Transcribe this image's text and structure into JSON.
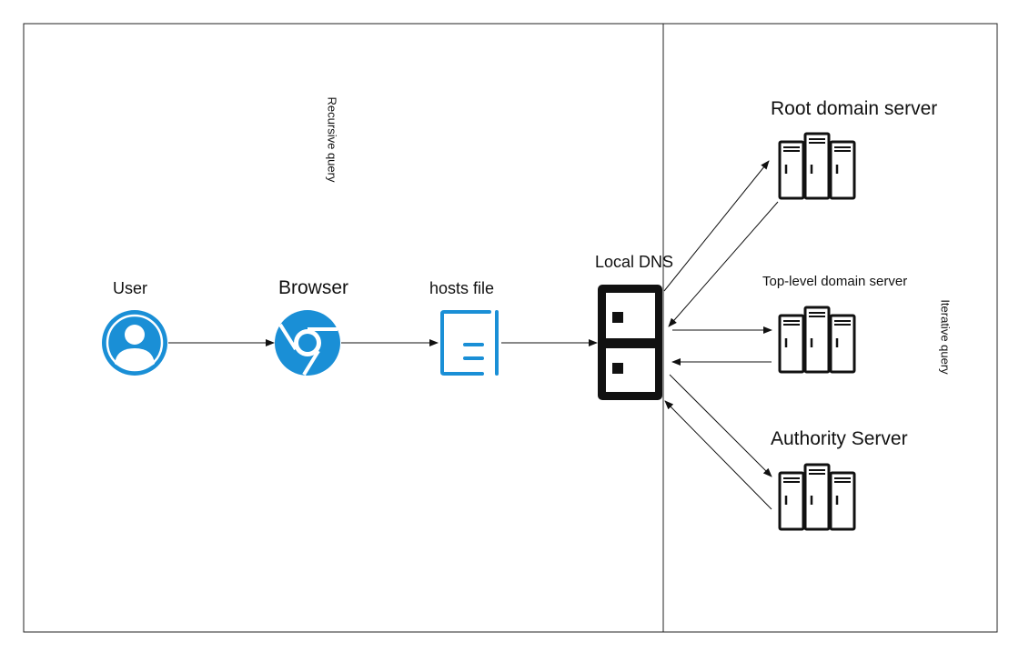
{
  "panels": {
    "left_note": "Recursive query",
    "right_note": "Iterative query"
  },
  "nodes": {
    "user": "User",
    "browser": "Browser",
    "hosts_file": "hosts file",
    "local_dns": "Local DNS",
    "root_server": "Root domain server",
    "tld_server": "Top-level domain server",
    "authority_server": "Authority Server"
  },
  "icons": {
    "user": "user-avatar-icon",
    "browser": "chrome-browser-icon",
    "hosts_file": "document-icon",
    "local_dns": "dns-server-icon",
    "servers": "server-rack-icon"
  },
  "colors": {
    "accent": "#1a8fd6",
    "ink": "#111111",
    "frame": "#222222"
  }
}
